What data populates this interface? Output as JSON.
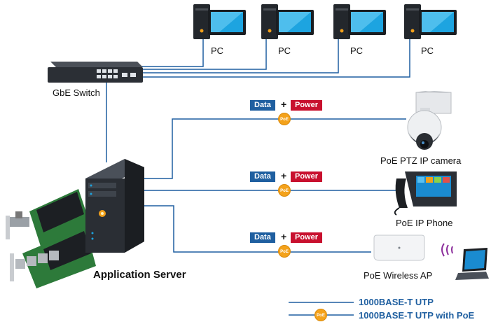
{
  "pcs": [
    {
      "label": "PC",
      "icon": "desktop-pc-icon"
    },
    {
      "label": "PC",
      "icon": "desktop-pc-icon"
    },
    {
      "label": "PC",
      "icon": "desktop-pc-icon"
    },
    {
      "label": "PC",
      "icon": "desktop-pc-icon"
    }
  ],
  "switch": {
    "label": "GbE Switch",
    "icon": "network-switch-icon"
  },
  "server": {
    "label": "Application Server",
    "icon": "tower-server-icon"
  },
  "cards": {
    "icon": "poe-nic-card-icon"
  },
  "links": [
    {
      "data": "Data",
      "plus": "+",
      "power": "Power",
      "badge": "PoE",
      "device": "PoE PTZ IP camera",
      "icon": "ptz-camera-icon"
    },
    {
      "data": "Data",
      "plus": "+",
      "power": "Power",
      "badge": "PoE",
      "device": "PoE IP Phone",
      "icon": "ip-phone-icon"
    },
    {
      "data": "Data",
      "plus": "+",
      "power": "Power",
      "badge": "PoE",
      "device": "PoE Wireless AP",
      "icon": "wireless-ap-icon"
    }
  ],
  "laptop": {
    "icon": "laptop-wifi-icon"
  },
  "legend": [
    {
      "text": "1000BASE-T UTP"
    },
    {
      "text": "1000BASE-T UTP with PoE",
      "badge": "PoE"
    }
  ],
  "colors": {
    "line": "#1f5fa0",
    "data_tag": "#1f5fa0",
    "power_tag": "#c8102e",
    "poe_badge": "#f4a21b"
  }
}
